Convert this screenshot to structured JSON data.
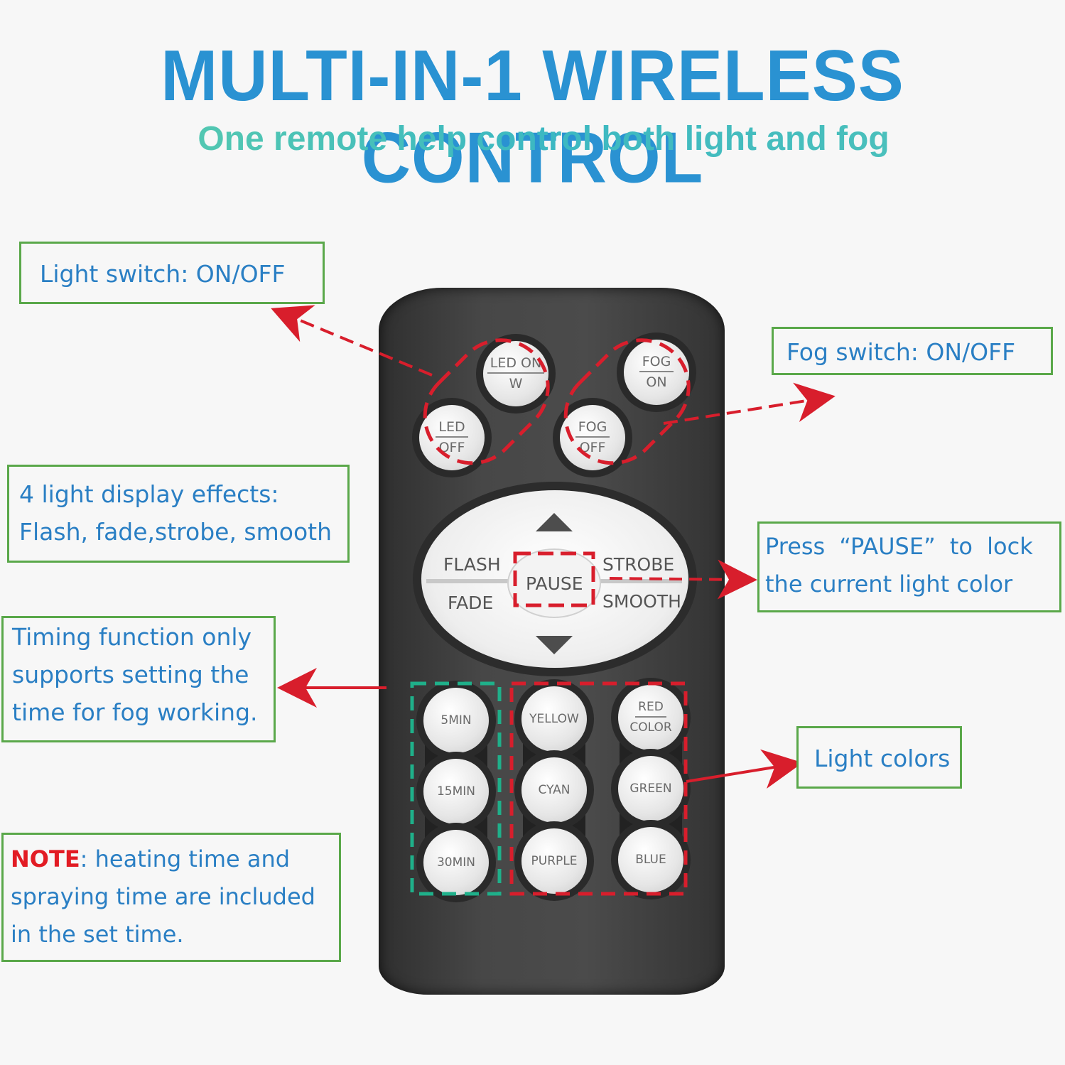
{
  "header": {
    "title": "MULTI-IN-1 WIRELESS CONTROL",
    "subtitle": "One remote help control both light and fog"
  },
  "callouts": {
    "light_switch": "Light switch: ON/OFF",
    "fog_switch": "Fog switch: ON/OFF",
    "effects_line1": "4 light display effects:",
    "effects_line2": "Flash, fade,strobe, smooth",
    "pause_line1": "Press “PAUSE” to lock",
    "pause_line2": "the current light color",
    "timing_line1": "Timing function only",
    "timing_line2": "supports setting the",
    "timing_line3": "time for fog working.",
    "light_colors": "Light colors",
    "note_label": "NOTE",
    "note_line1": ": heating time and",
    "note_line2": "spraying time are included",
    "note_line3": "in the set time."
  },
  "remote": {
    "led_on_top": "LED ON",
    "led_on_bottom": "W",
    "led_off_top": "LED",
    "led_off_bottom": "OFF",
    "fog_on_top": "FOG",
    "fog_on_bottom": "ON",
    "fog_off_top": "FOG",
    "fog_off_bottom": "OFF",
    "flash": "FLASH",
    "fade": "FADE",
    "strobe": "STROBE",
    "smooth": "SMOOTH",
    "pause": "PAUSE",
    "timer_5": "5MIN",
    "timer_15": "15MIN",
    "timer_30": "30MIN",
    "yellow": "YELLOW",
    "cyan": "CYAN",
    "purple": "PURPLE",
    "red_top": "RED",
    "red_bottom": "COLOR",
    "green": "GREEN",
    "blue": "BLUE"
  },
  "colors": {
    "title": "#2a92d2",
    "callout_border": "#5aa84a",
    "callout_text": "#2a7fc4",
    "highlight_red": "#d81e2c",
    "highlight_green": "#1fb08a",
    "remote_body": "#444444"
  }
}
